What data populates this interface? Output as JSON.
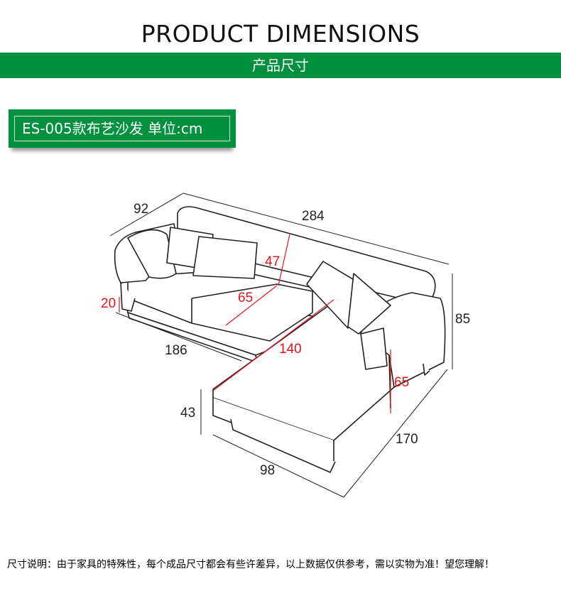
{
  "header": {
    "title": "PRODUCT DIMENSIONS",
    "subtitle": "产品尺寸"
  },
  "model": {
    "label": "ES-005款布艺沙发 单位:cm"
  },
  "dimensions": {
    "depth": "92",
    "length": "284",
    "height": "85",
    "chaise_length": "170",
    "chaise_width": "98",
    "seat_height": "43",
    "main_length": "186",
    "back_height": "47",
    "seat_depth": "65",
    "chaise_seat": "140",
    "leg_height": "20",
    "arm_height": "65"
  },
  "colors": {
    "brand": "#00913f",
    "accent": "#e8141b"
  },
  "footer": {
    "note": "尺寸说明：由于家具的特殊性，每个成品尺寸都会有些许差异，以上数据仅供参考，需以实物为准！望您理解！"
  }
}
